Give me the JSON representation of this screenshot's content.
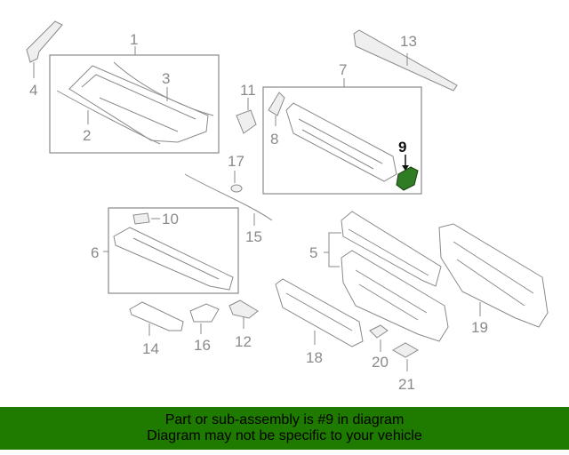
{
  "diagram": {
    "callouts": {
      "c1": "1",
      "c2": "2",
      "c3": "3",
      "c4": "4",
      "c5": "5",
      "c6": "6",
      "c7": "7",
      "c8": "8",
      "c9": "9",
      "c10": "10",
      "c11": "11",
      "c12": "12",
      "c13": "13",
      "c14": "14",
      "c15": "15",
      "c16": "16",
      "c17": "17",
      "c18": "18",
      "c19": "19",
      "c20": "20",
      "c21": "21"
    },
    "highlighted_part": "9",
    "highlight_color": "#2e7d22",
    "line_color": "#8a8a8a"
  },
  "banner": {
    "line1": "Part or sub-assembly is #9 in diagram",
    "line2": "Diagram may not be specific to your vehicle",
    "background": "#1f7a00"
  }
}
